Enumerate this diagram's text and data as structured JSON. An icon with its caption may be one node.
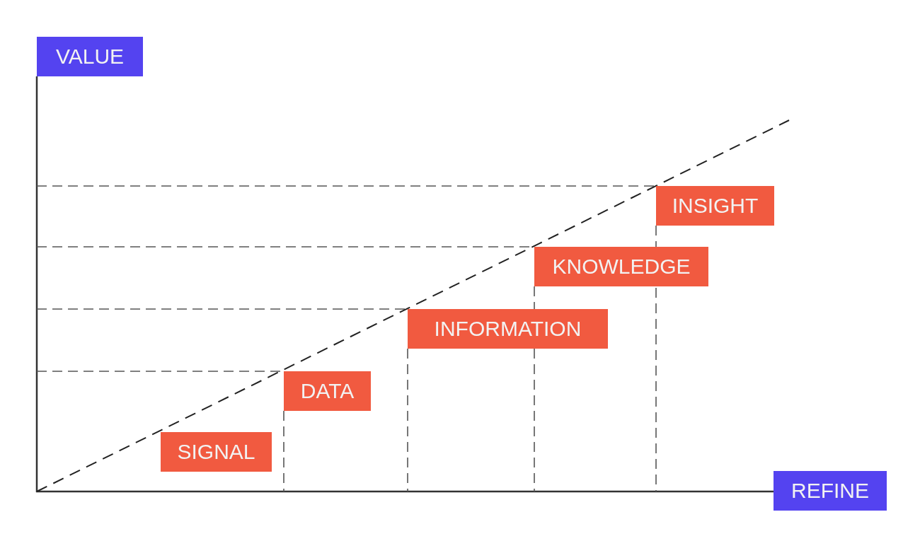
{
  "diagram": {
    "nodes": [
      {
        "text": [
          "VALUE"
        ]
      },
      {
        "text": [
          "SIGNAL"
        ]
      },
      {
        "text": [
          "DATA"
        ]
      },
      {
        "text": [
          "INFORMATION"
        ]
      },
      {
        "text": [
          "KNOWLEDGE"
        ]
      },
      {
        "text": [
          "INSIGHT"
        ]
      },
      {
        "text": [
          "REFINE"
        ]
      }
    ]
  }
}
